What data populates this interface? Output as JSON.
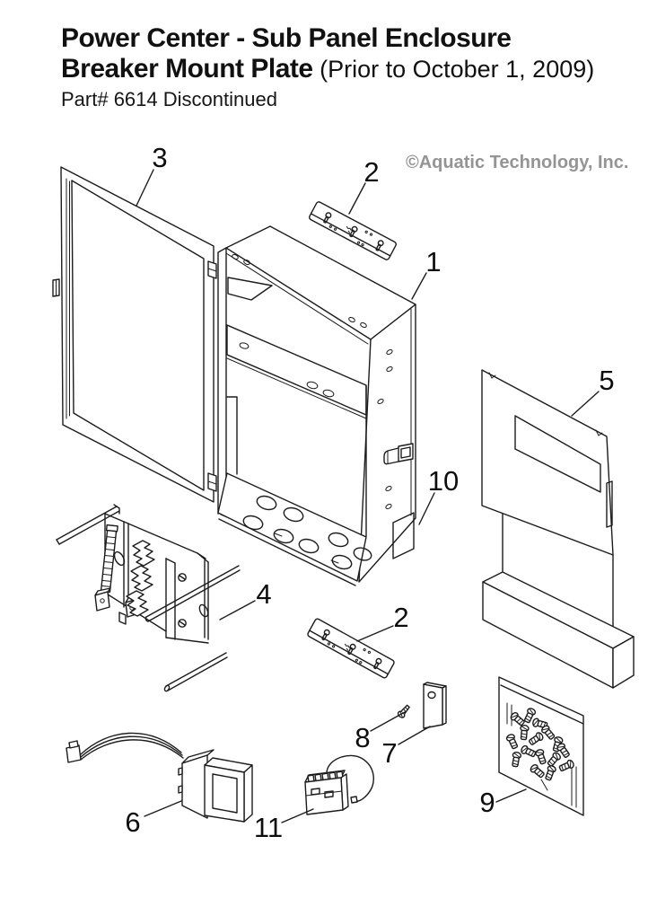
{
  "header": {
    "title_line1": "Power Center - Sub Panel Enclosure",
    "title_line2_bold": "Breaker Mount Plate",
    "title_line2_note": " (Prior to October 1, 2009)",
    "subtitle": "Part# 6614 Discontinued"
  },
  "watermark": "©Aquatic Technology, Inc.",
  "diagram": {
    "description": "Exploded parts diagram: sub panel enclosure with breaker mount plate and hardware",
    "callouts": [
      {
        "label": "3",
        "part": "door"
      },
      {
        "label": "2",
        "part": "mounting-bracket-top"
      },
      {
        "label": "1",
        "part": "enclosure-body"
      },
      {
        "label": "5",
        "part": "dead-front-panel"
      },
      {
        "label": "10",
        "part": "side-knockout-cutout"
      },
      {
        "label": "4",
        "part": "breaker-mount-plate"
      },
      {
        "label": "2",
        "part": "mounting-bracket-bottom"
      },
      {
        "label": "8",
        "part": "screw"
      },
      {
        "label": "7",
        "part": "retainer-plate"
      },
      {
        "label": "9",
        "part": "hardware-bag"
      },
      {
        "label": "6",
        "part": "transformer"
      },
      {
        "label": "11",
        "part": "contactor"
      }
    ]
  },
  "colors": {
    "line": "#1c1c1c",
    "watermark": "#949494",
    "background": "#ffffff"
  }
}
